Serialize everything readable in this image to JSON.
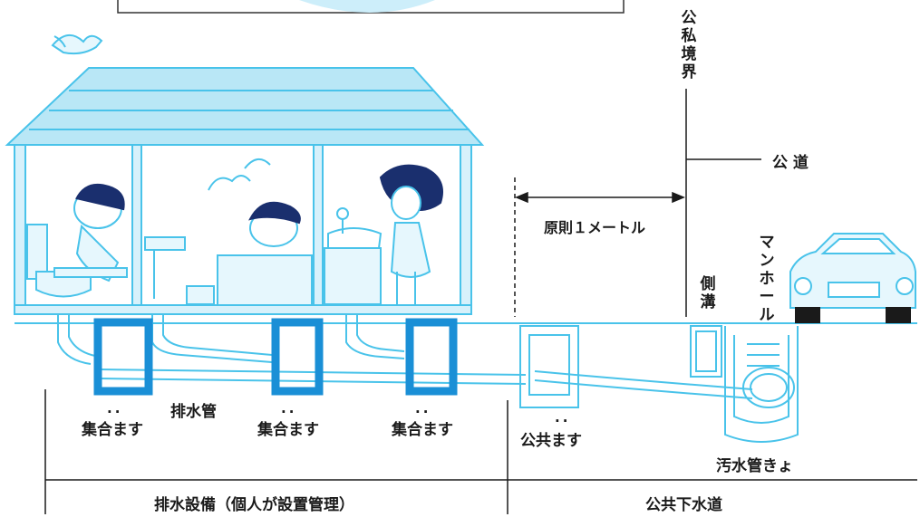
{
  "labels": {
    "boundary": "公私境界",
    "public_road": "公 道",
    "one_meter": "原則１メートル",
    "manhole": "マンホール",
    "side_ditch": "側溝",
    "drain_pipe": "排水管",
    "collection_box_1": "集合ます",
    "collection_box_2": "集合ます",
    "collection_box_3": "集合ます",
    "public_box": "公共ます",
    "sewer_pipe": "汚水管きょ",
    "private_facilities": "排水設備（個人が設置管理）",
    "public_sewer": "公共下水道"
  },
  "colors": {
    "line_blue": "#49c3ea",
    "fill_blue": "#b9e7f6",
    "box_blue": "#1a8fd6",
    "ink": "#1a1a1a"
  }
}
